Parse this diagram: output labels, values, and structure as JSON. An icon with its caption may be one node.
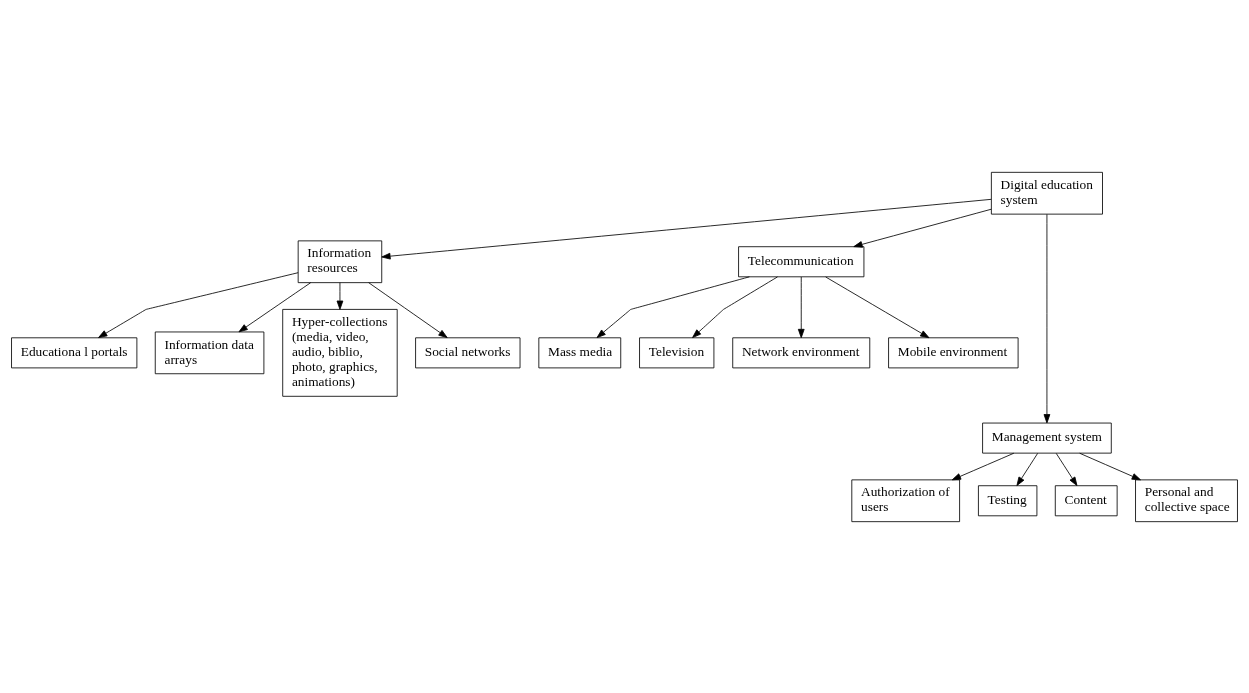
{
  "diagram": {
    "nodes": [
      {
        "text": [
          "Digital education system"
        ]
      },
      {
        "text": [
          "Information resources"
        ]
      },
      {
        "text": [
          "Telecommunication"
        ]
      },
      {
        "text": [
          "Management system"
        ]
      },
      {
        "text": [
          "Educationa l portals"
        ]
      },
      {
        "text": [
          "Information data arrays"
        ]
      },
      {
        "text": [
          "Hyper-collections (media, video, audio, biblio, photo, graphics, animations)"
        ]
      },
      {
        "text": [
          "Social networks"
        ]
      },
      {
        "text": [
          "Mass media"
        ]
      },
      {
        "text": [
          "Television"
        ]
      },
      {
        "text": [
          "Network environment"
        ]
      },
      {
        "text": [
          "Mobile environment"
        ]
      },
      {
        "text": [
          "Authorization of users"
        ]
      },
      {
        "text": [
          "Testing"
        ]
      },
      {
        "text": [
          "Content"
        ]
      },
      {
        "text": [
          "Personal and collective space"
        ]
      }
    ],
    "edges": [
      {
        "from": 0,
        "to": 1,
        "arrow": "to"
      },
      {
        "from": 0,
        "to": 3,
        "arrow": "to"
      },
      {
        "from": 0,
        "to": 2,
        "arrow": "to"
      },
      {
        "from": 1,
        "to": 4,
        "arrow": "to"
      },
      {
        "from": 1,
        "to": 6,
        "arrow": "to"
      },
      {
        "from": 1,
        "to": 5,
        "arrow": "to"
      },
      {
        "from": 1,
        "to": 7,
        "arrow": "to"
      },
      {
        "from": 2,
        "to": 8,
        "arrow": "to"
      },
      {
        "from": 2,
        "to": 10,
        "arrow": "to"
      },
      {
        "from": 2,
        "to": 11,
        "arrow": "to"
      },
      {
        "from": 2,
        "to": 9,
        "arrow": "to"
      },
      {
        "from": 3,
        "to": 12,
        "arrow": "to"
      },
      {
        "from": 3,
        "to": 13,
        "arrow": "to"
      },
      {
        "from": 3,
        "to": 14,
        "arrow": "to"
      },
      {
        "from": 3,
        "to": 15,
        "arrow": "to"
      }
    ]
  }
}
